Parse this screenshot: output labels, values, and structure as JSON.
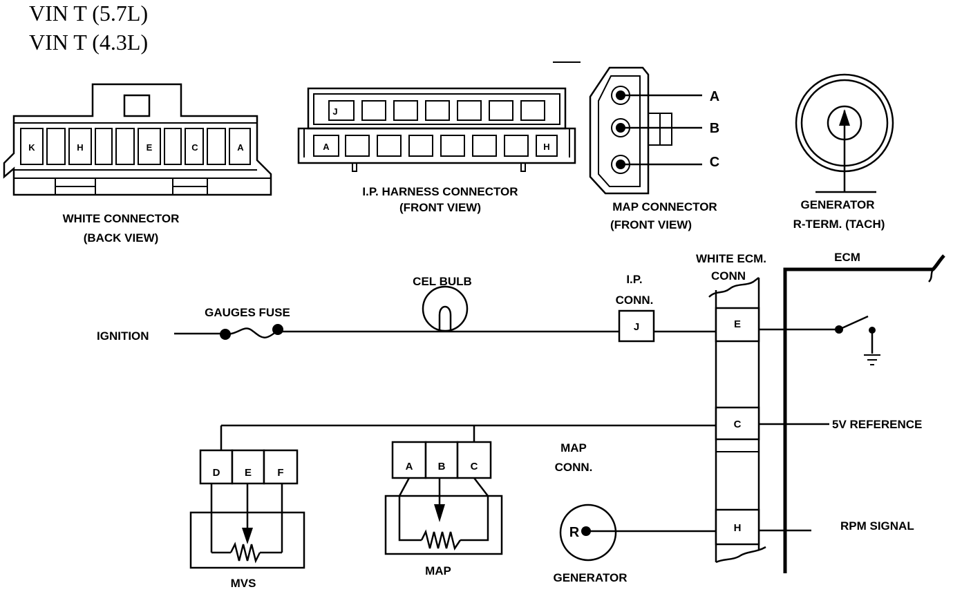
{
  "title": {
    "line1": "VIN  T  (5.7L)",
    "line2": "VIN  T  (4.3L)"
  },
  "connectors": {
    "white": {
      "label1": "WHITE CONNECTOR",
      "label2": "(BACK VIEW)",
      "pins": [
        "K",
        "H",
        "E",
        "C",
        "A"
      ]
    },
    "ip_harness": {
      "label1": "I.P. HARNESS CONNECTOR",
      "label2": "(FRONT VIEW)",
      "top_pin": "J",
      "bottom_left_pin": "A",
      "bottom_right_pin": "H"
    },
    "map": {
      "label1": "MAP CONNECTOR",
      "label2": "(FRONT VIEW)",
      "pins": [
        "A",
        "B",
        "C"
      ]
    },
    "generator_tach": {
      "label1": "GENERATOR",
      "label2": "R-TERM. (TACH)"
    }
  },
  "schematic": {
    "ignition": "IGNITION",
    "gauges_fuse": "GAUGES FUSE",
    "cel_bulb": "CEL BULB",
    "ip_conn": {
      "line1": "I.P.",
      "line2": "CONN.",
      "pin": "J"
    },
    "white_ecm_conn": {
      "line1": "WHITE ECM.",
      "line2": "CONN",
      "pins": [
        "E",
        "C",
        "H"
      ]
    },
    "ecm": "ECM",
    "ref_5v": "5V REFERENCE",
    "rpm_signal": "RPM SIGNAL",
    "map_conn": {
      "line1": "MAP",
      "line2": "CONN."
    },
    "mvs": {
      "label": "MVS",
      "pins": [
        "D",
        "E",
        "F"
      ]
    },
    "map_sensor": {
      "label": "MAP",
      "pins": [
        "A",
        "B",
        "C"
      ]
    },
    "generator": {
      "label": "GENERATOR",
      "terminal": "R"
    }
  }
}
